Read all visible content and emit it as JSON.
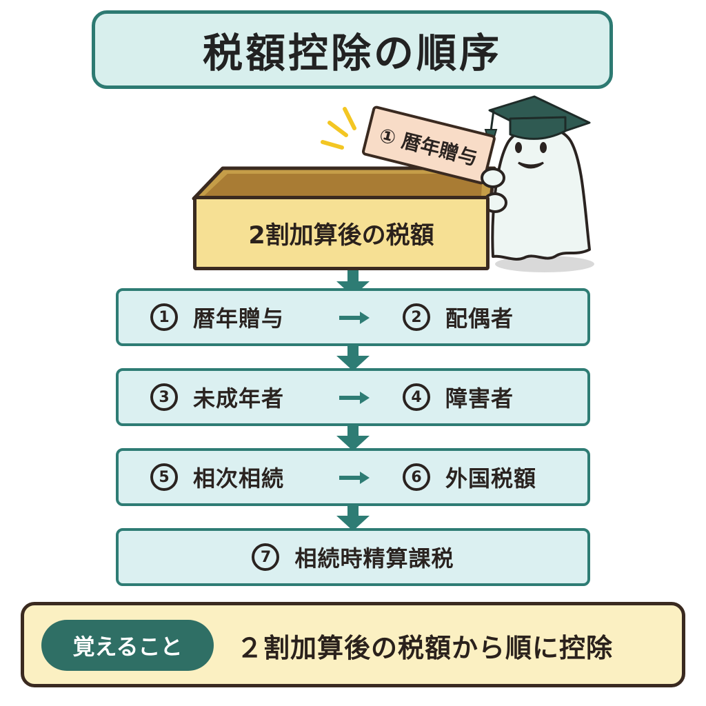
{
  "title": "税額控除の順序",
  "box_label": "2割加算後の税額",
  "card_label": "① 暦年贈与",
  "steps": [
    {
      "left_num": "1",
      "left_label": "暦年贈与",
      "right_num": "2",
      "right_label": "配偶者"
    },
    {
      "left_num": "3",
      "left_label": "未成年者",
      "right_num": "4",
      "right_label": "障害者"
    },
    {
      "left_num": "5",
      "left_label": "相次相続",
      "right_num": "6",
      "right_label": "外国税額"
    },
    {
      "num": "7",
      "label": "相続時精算課税"
    }
  ],
  "memo": {
    "badge": "覚えること",
    "text": "２割加算後の税額から順に控除"
  },
  "colors": {
    "teal_border": "#2d7a72",
    "teal_fill": "#dbf0f1",
    "yellow_fill": "#f6e094",
    "memo_fill": "#fbf0c2",
    "badge_fill": "#2f6f65"
  }
}
